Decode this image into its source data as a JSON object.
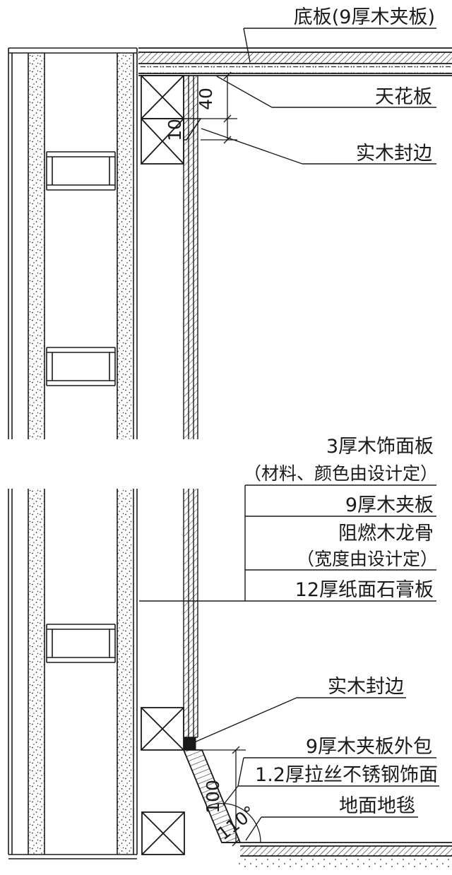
{
  "colors": {
    "line": "#1a1a1a",
    "background": "#ffffff"
  },
  "callouts": {
    "bottom_plate": "底板(9厚木夹板)",
    "ceiling": "天花板",
    "wood_edge_top": "实木封边",
    "veneer_panel": "3厚木饰面板",
    "veneer_note": "（材料、颜色由设计定）",
    "plywood": "9厚木夹板",
    "keel": "阻燃木龙骨",
    "keel_note": "（宽度由设计定）",
    "gypsum_board": "12厚纸面石膏板",
    "wood_edge_bottom": "实木封边",
    "plywood_wrap": "9厚木夹板外包",
    "stainless_finish": "1.2厚拉丝不锈钢饰面",
    "carpet": "地面地毯"
  },
  "dimensions": {
    "ceiling_recess": "40",
    "edge_thickness": "10",
    "skirting_height": "100",
    "skirting_angle": "110°"
  }
}
